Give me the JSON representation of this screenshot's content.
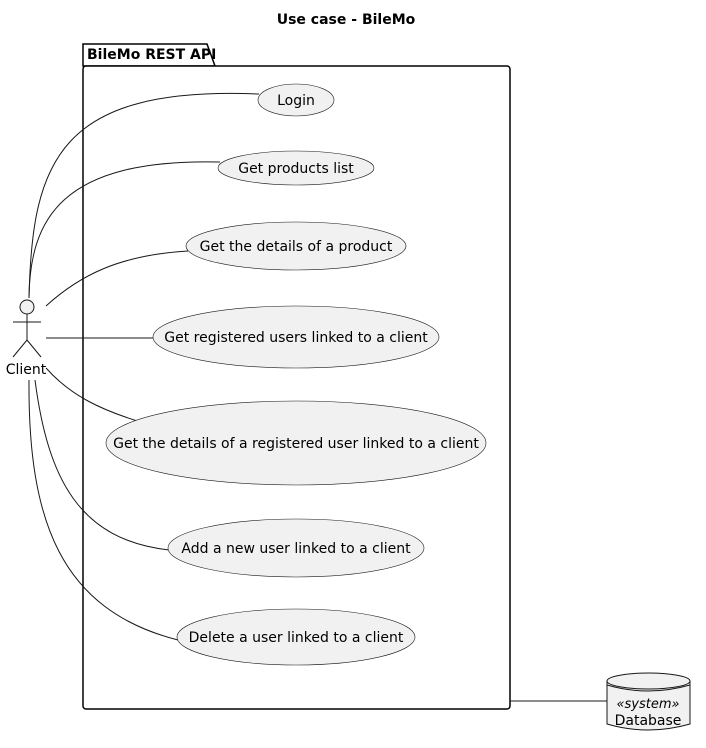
{
  "title": "Use case - BileMo",
  "package": {
    "label": "BileMo REST API"
  },
  "actor": {
    "label": "Client",
    "icon": "stick-figure-icon"
  },
  "use_cases": [
    {
      "id": "login",
      "label": "Login"
    },
    {
      "id": "get-products-list",
      "label": "Get products list"
    },
    {
      "id": "get-product-details",
      "label": "Get the details of a product"
    },
    {
      "id": "get-registered-users",
      "label": "Get registered users linked to a client"
    },
    {
      "id": "get-registered-user-details",
      "label": "Get the details of a registered user linked to a client"
    },
    {
      "id": "add-user",
      "label": "Add a new user linked to a client"
    },
    {
      "id": "delete-user",
      "label": "Delete a user linked to a client"
    }
  ],
  "database": {
    "stereotype": "«system»",
    "label": "Database",
    "icon": "database-cylinder-icon"
  },
  "colors": {
    "usecase_fill": "#f1f1f1",
    "line": "#181818",
    "background": "#ffffff"
  }
}
